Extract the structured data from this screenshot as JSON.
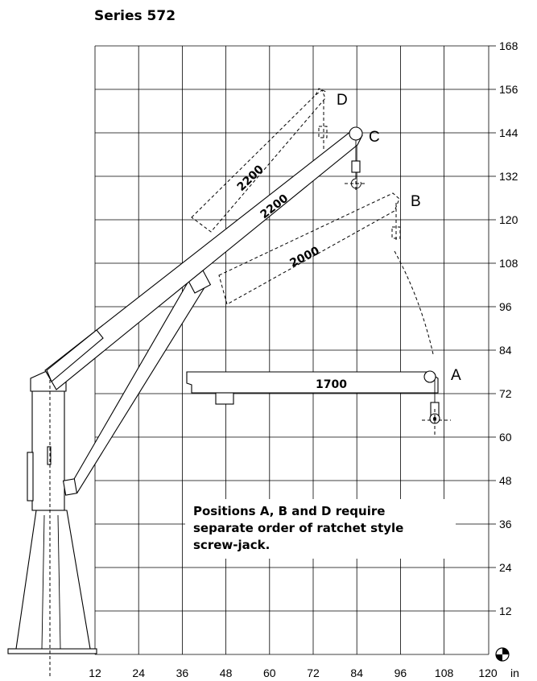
{
  "title": "Series 572",
  "x_axis": {
    "ticks": [
      12,
      24,
      36,
      48,
      60,
      72,
      84,
      96,
      108,
      120
    ],
    "unit": "in"
  },
  "y_axis": {
    "ticks": [
      12,
      24,
      36,
      48,
      60,
      72,
      84,
      96,
      108,
      120,
      132,
      144,
      156,
      168
    ]
  },
  "positions": [
    "A",
    "B",
    "C",
    "D"
  ],
  "boom_labels": {
    "d_position": "2200",
    "c_position": "2200",
    "b_position": "2000",
    "a_position": "1700"
  },
  "note_lines": [
    "Positions A, B and D require",
    "separate order of ratchet style",
    "screw-jack."
  ],
  "icons": {
    "corner": "quarter-circle-target-icon"
  }
}
